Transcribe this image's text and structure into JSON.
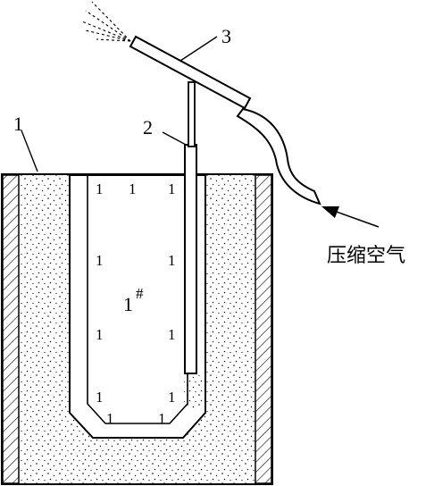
{
  "labels": {
    "container": "1",
    "probe": "2",
    "blow_tube": "3",
    "part_number": "1",
    "part_sup": "#",
    "inlet": "压缩空气"
  },
  "inner_mark": "1",
  "colors": {
    "stroke": "#000000",
    "background": "#ffffff"
  }
}
